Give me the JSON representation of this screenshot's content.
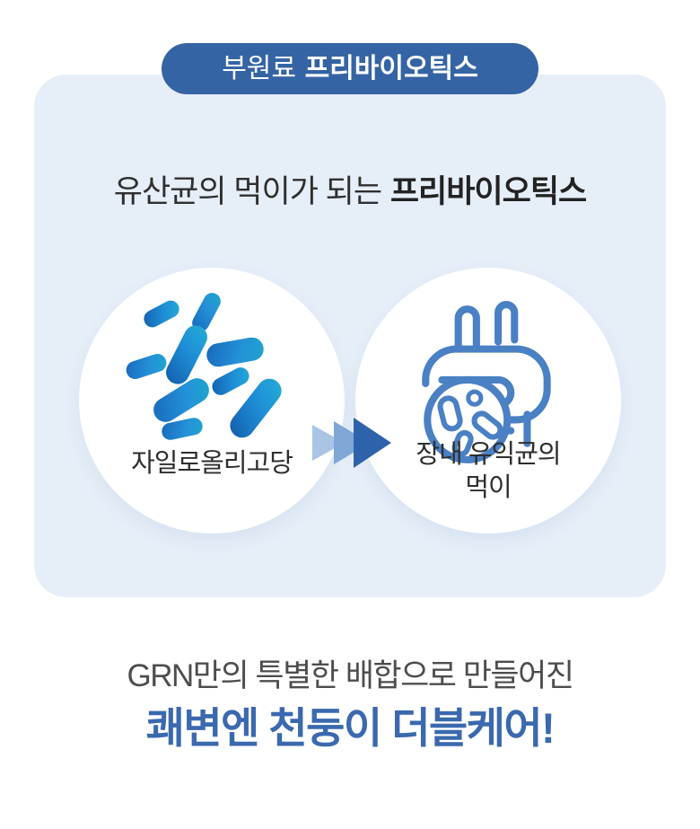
{
  "badge": {
    "prefix": "부원료",
    "title": "프리바이오틱스"
  },
  "card": {
    "heading": {
      "regular": "유산균의 먹이가 되는",
      "bold": "프리바이오틱스"
    },
    "left_circle": {
      "icon": "bacteria-illustration",
      "label": "자일로올리고당"
    },
    "arrow_icon": "triple-play-arrows-right",
    "right_circle": {
      "icon": "intestine-magnifier-icon",
      "label_line1": "장내 유익균의",
      "label_line2": "먹이"
    }
  },
  "footer": {
    "line1": "GRN만의 특별한 배합으로 만들어진",
    "line2": "쾌변엔 천둥이 더블케어!"
  },
  "colors": {
    "badge_bg": "#3564a4",
    "badge_text": "#ffffff",
    "card_bg": "#e6eef8",
    "heading_text": "#2f2f2f",
    "label_text": "#2e2e2e",
    "footer_gray": "#4d4d4d",
    "footer_blue": "#3a69ae",
    "bacteria_blue": "#1a6fc0",
    "bacteria_teal": "#23a9d6",
    "intestine_stroke": "#4a80c4",
    "arrow_light": "#aac4e4",
    "arrow_mid": "#7ea7d6",
    "arrow_dark": "#2e63ab"
  }
}
